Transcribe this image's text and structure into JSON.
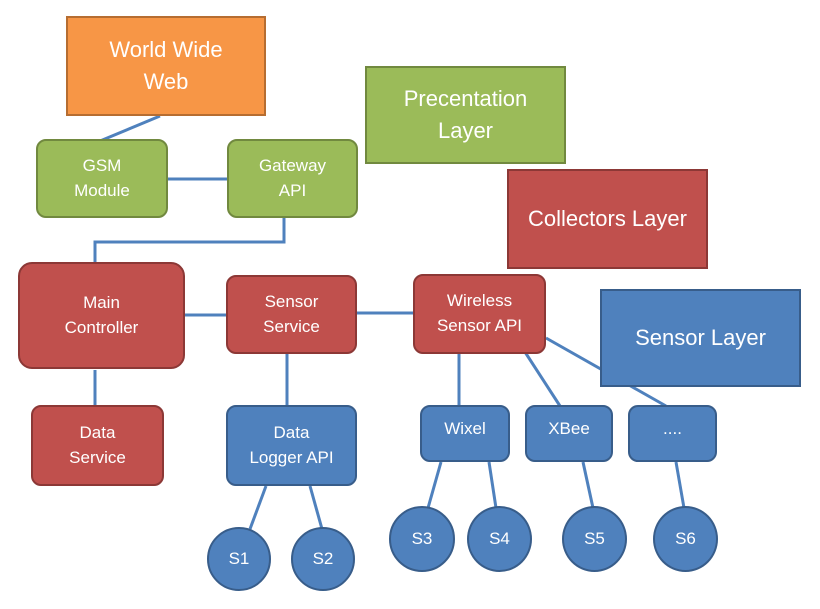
{
  "diagram": {
    "nodes": {
      "www": "World Wide\nWeb",
      "presentation_layer": "Precentation\nLayer",
      "collectors_layer": "Collectors Layer",
      "sensor_layer": "Sensor Layer",
      "gsm_module": "GSM\nModule",
      "gateway_api": "Gateway\nAPI",
      "main_controller": "Main\nController",
      "sensor_service": "Sensor\nService",
      "wireless_sensor_api": "Wireless\nSensor API",
      "data_service": "Data\nService",
      "data_logger_api": "Data\nLogger API",
      "wixel": "Wixel",
      "xbee": "XBee",
      "more": "....",
      "s1": "S1",
      "s2": "S2",
      "s3": "S3",
      "s4": "S4",
      "s5": "S5",
      "s6": "S6"
    },
    "colors": {
      "web": "#f79646",
      "presentation": "#9bbb59",
      "collectors": "#c0504d",
      "sensor": "#4f81bd",
      "connector": "#4f81bd"
    }
  }
}
